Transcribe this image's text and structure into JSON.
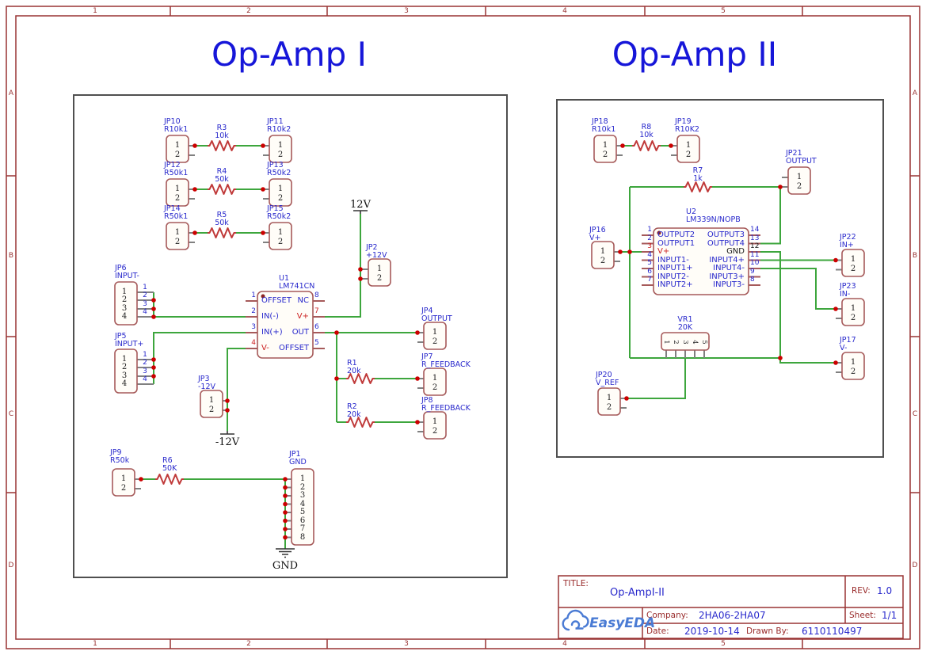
{
  "frame": {
    "cols": [
      "1",
      "2",
      "3",
      "4",
      "5"
    ],
    "rows": [
      "A",
      "B",
      "C",
      "D"
    ]
  },
  "titles": {
    "opamp1": "Op-Amp I",
    "opamp2": "Op-Amp II"
  },
  "nums": {
    "1": "1",
    "2": "2",
    "3": "3",
    "4": "4",
    "5": "5",
    "6": "6",
    "7": "7",
    "8": "8",
    "9": "9",
    "10": "10",
    "11": "11",
    "12": "12",
    "13": "13",
    "14": "14"
  },
  "connectors": {
    "jp10": {
      "ref": "JP10",
      "value": "R10k1"
    },
    "jp11": {
      "ref": "JP11",
      "value": "R10k2"
    },
    "jp12": {
      "ref": "JP12",
      "value": "R50k1"
    },
    "jp13": {
      "ref": "JP13",
      "value": "R50k2"
    },
    "jp14": {
      "ref": "JP14",
      "value": "R50k1"
    },
    "jp15": {
      "ref": "JP15",
      "value": "R50k2"
    },
    "jp2": {
      "ref": "JP2",
      "value": "+12V"
    },
    "jp3": {
      "ref": "JP3",
      "value": "-12V"
    },
    "jp4": {
      "ref": "JP4",
      "value": "OUTPUT"
    },
    "jp7": {
      "ref": "JP7",
      "value": "R_FEEDBACK"
    },
    "jp8": {
      "ref": "JP8",
      "value": "R_FEEDBACK"
    },
    "jp9": {
      "ref": "JP9",
      "value": "R50k"
    },
    "jp1": {
      "ref": "JP1",
      "value": "GND"
    },
    "jp6": {
      "ref": "JP6",
      "value": "INPUT-"
    },
    "jp5": {
      "ref": "JP5",
      "value": "INPUT+"
    },
    "jp16": {
      "ref": "JP16",
      "value": "V+"
    },
    "jp18": {
      "ref": "JP18",
      "value": "R10k1"
    },
    "jp19": {
      "ref": "JP19",
      "value": "R10K2"
    },
    "jp20": {
      "ref": "JP20",
      "value": "V_REF"
    },
    "jp21": {
      "ref": "JP21",
      "value": "OUTPUT"
    },
    "jp22": {
      "ref": "JP22",
      "value": "IN+"
    },
    "jp23": {
      "ref": "JP23",
      "value": "IN-"
    },
    "jp17": {
      "ref": "JP17",
      "value": "V-"
    }
  },
  "resistors": {
    "r1": {
      "ref": "R1",
      "value": "20k"
    },
    "r2": {
      "ref": "R2",
      "value": "20k"
    },
    "r3": {
      "ref": "R3",
      "value": "10k"
    },
    "r4": {
      "ref": "R4",
      "value": "50k"
    },
    "r5": {
      "ref": "R5",
      "value": "50k"
    },
    "r6": {
      "ref": "R6",
      "value": "50K"
    },
    "r7": {
      "ref": "R7",
      "value": "1k"
    },
    "r8": {
      "ref": "R8",
      "value": "10k"
    },
    "vr1": {
      "ref": "VR1",
      "value": "20K"
    }
  },
  "u1": {
    "ref": "U1",
    "part": "LM741CN",
    "l1": "OFFSET",
    "l2": "IN(-)",
    "l3": "IN(+)",
    "l4": "V-",
    "r8": "NC",
    "r7": "V+",
    "r6": "OUT",
    "r5": "OFFSET"
  },
  "u2": {
    "ref": "U2",
    "part": "LM339N/NOPB",
    "l1": "OUTPUT2",
    "l2": "OUTPUT1",
    "l3": "V+",
    "l4": "INPUT1-",
    "l5": "INPUT1+",
    "l6": "INPUT2-",
    "l7": "INPUT2+",
    "r14": "OUTPUT3",
    "r13": "OUTPUT4",
    "r12": "GND",
    "r11": "INPUT4+",
    "r10": "INPUT4-",
    "r9": "INPUT3+",
    "r8": "INPUT3-"
  },
  "power": {
    "p12": "12V",
    "n12": "-12V",
    "gnd": "GND"
  },
  "title_block": {
    "title_label": "TITLE:",
    "title": "Op-AmpI-II",
    "rev_label": "REV:",
    "rev": "1.0",
    "company_label": "Company:",
    "company": "2HA06-2HA07",
    "sheet_label": "Sheet:",
    "sheet": "1/1",
    "date_label": "Date:",
    "date": "2019-10-14",
    "drawn_by_label": "Drawn By:",
    "drawn_by": "6110110497",
    "logo_text": "EasyEDA"
  },
  "colors": {
    "wire": "#3DA63D",
    "component": "#A65A5A",
    "resistor": "#C03A3A",
    "junction": "#CC0000",
    "frame": "#993333",
    "label_blue": "#2929CC",
    "accent_red": "#CC2222",
    "title_blue": "#1616D9"
  }
}
